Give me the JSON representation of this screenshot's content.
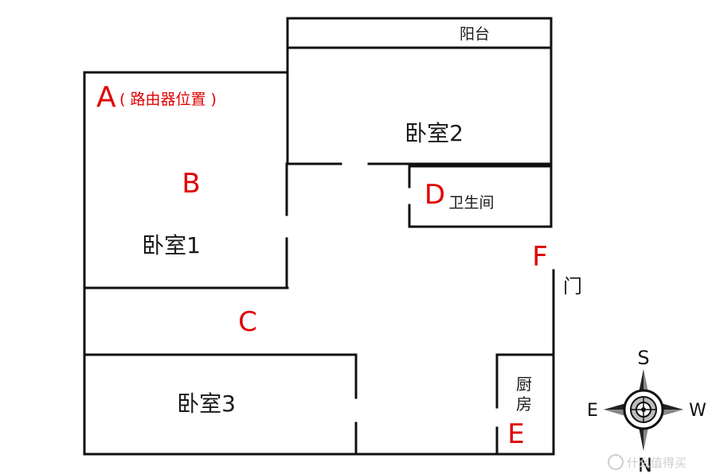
{
  "rooms": {
    "balcony": "阳台",
    "bedroom1": "卧室1",
    "bedroom2": "卧室2",
    "bedroom3": "卧室3",
    "bathroom": "卫生间",
    "kitchen_line1": "厨",
    "kitchen_line2": "房",
    "door": "门"
  },
  "markers": {
    "a": "A",
    "a_note": "( 路由器位置 )",
    "b": "B",
    "c": "C",
    "d": "D",
    "e": "E",
    "f": "F"
  },
  "compass": {
    "top": "S",
    "bottom": "N",
    "left": "E",
    "right": "W"
  },
  "watermark": "什么值得买",
  "colors": {
    "marker": "#e00000",
    "wall": "#111111"
  }
}
